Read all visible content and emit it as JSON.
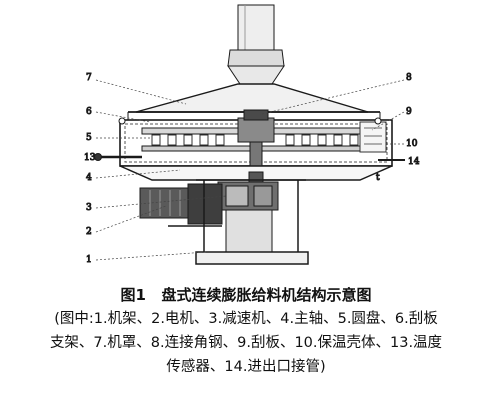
{
  "figure": {
    "labels": {
      "l1": "1",
      "l2": "2",
      "l3": "3",
      "l4": "4",
      "l5": "5",
      "l6": "6",
      "l7": "7",
      "l8": "8",
      "l9": "9",
      "l10": "10",
      "l13": "13",
      "l14": "14",
      "ltick": "t"
    }
  },
  "caption": {
    "title": "图1   盘式连续膨胀给料机结构示意图",
    "line1": "(图中:1.机架、2.电机、3.减速机、4.主轴、5.圆盘、6.刮板",
    "line2": "支架、7.机罩、8.连接角钢、9.刮板、10.保温壳体、13.温度",
    "line3": "传感器、14.进出口接管)"
  }
}
